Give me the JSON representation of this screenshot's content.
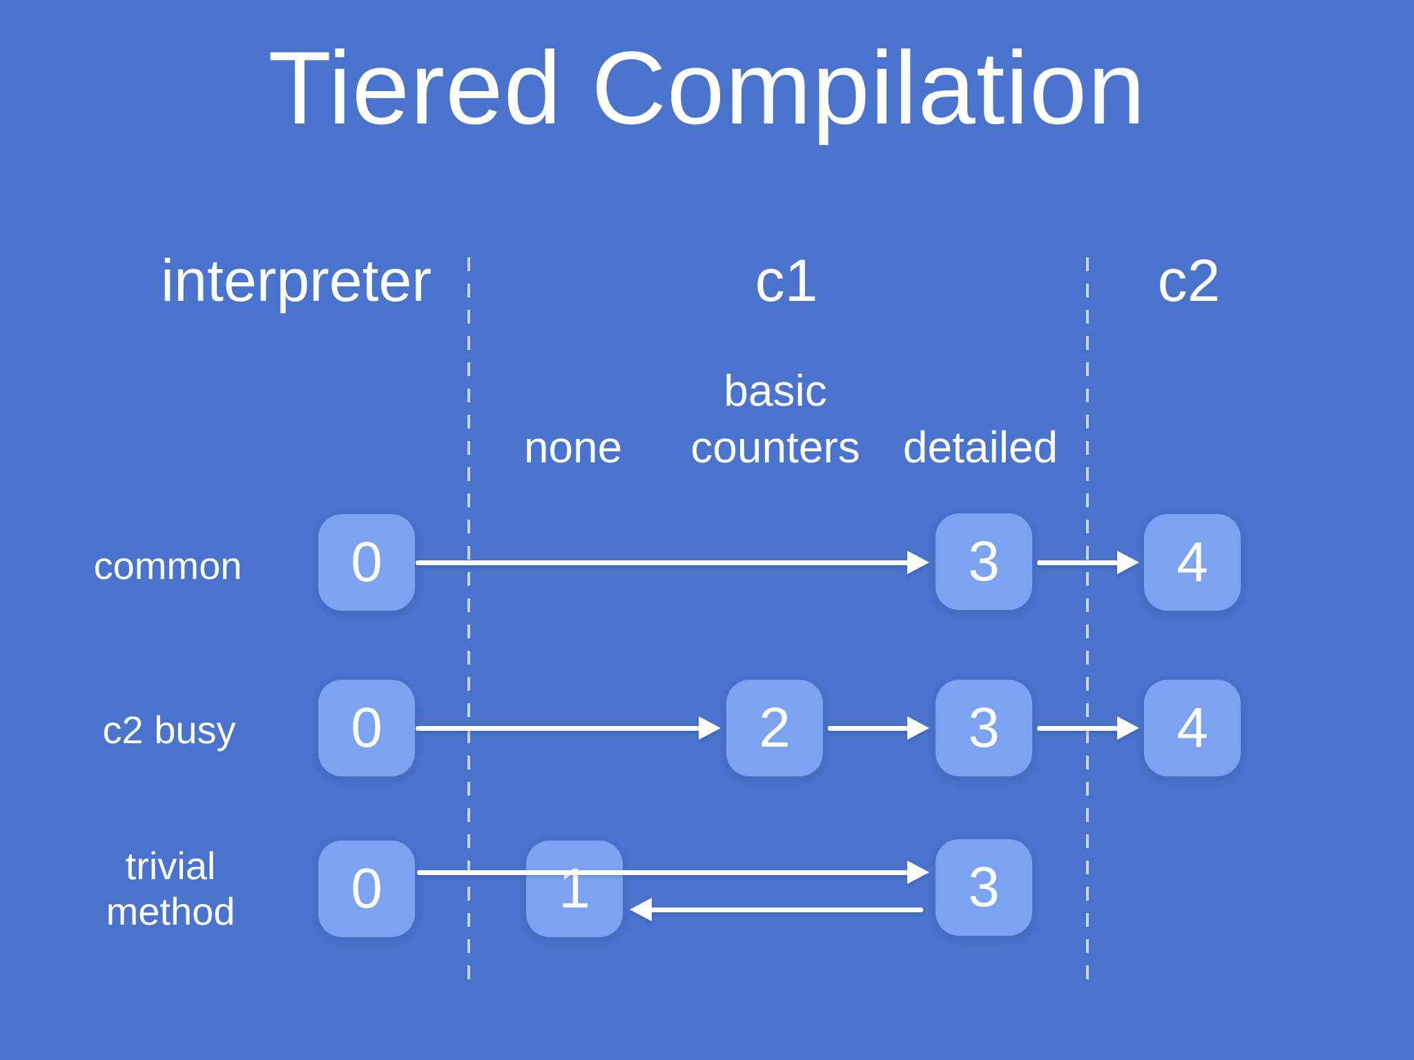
{
  "title": "Tiered Compilation",
  "colors": {
    "background": "#4a73cd",
    "box_fill": "#7ba3f0",
    "text": "#ffffff",
    "dashed_line": "#dbe7f7"
  },
  "columns": {
    "interpreter": {
      "label": "interpreter"
    },
    "c1": {
      "label": "c1"
    },
    "c2": {
      "label": "c2"
    }
  },
  "c1_profiles": {
    "basic_line1": "basic",
    "none": "none",
    "counters": "counters",
    "detailed": "detailed"
  },
  "rows": [
    {
      "label": "common",
      "levels": {
        "interpreter": "0",
        "detailed": "3",
        "c2": "4"
      }
    },
    {
      "label": "c2 busy",
      "levels": {
        "interpreter": "0",
        "counters": "2",
        "detailed": "3",
        "c2": "4"
      }
    },
    {
      "label_line1": "trivial",
      "label_line2": "method",
      "levels": {
        "interpreter": "0",
        "none": "1",
        "detailed": "3"
      }
    }
  ]
}
